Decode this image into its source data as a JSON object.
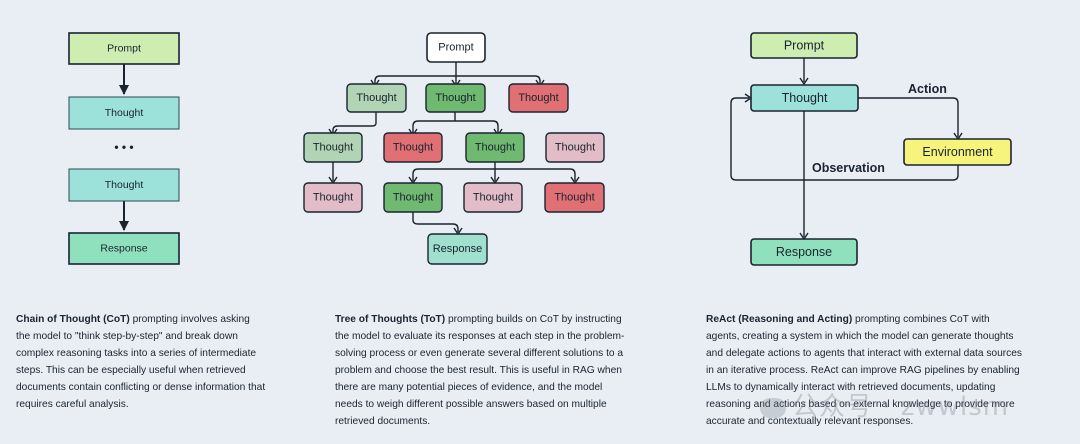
{
  "colors": {
    "prompt": "#cdeeb0",
    "thought": "#9de1db",
    "response": "#8fe0bd",
    "environment": "#f6f47a",
    "tot_prompt": "#ffffff",
    "tot_light_green": "#b1d5b4",
    "tot_dark_green": "#6fb971",
    "tot_red": "#e07074",
    "tot_pink": "#e2bcc6",
    "tot_response": "#a0e0cf",
    "stroke": "#1a2330"
  },
  "cot": {
    "prompt": "Prompt",
    "thought1": "Thought",
    "ellipsis": "• • •",
    "thought2": "Thought",
    "response": "Response",
    "caption_bold": "Chain of Thought (CoT)",
    "caption_text": " prompting involves asking the model to \"think step-by-step\" and break down complex reasoning tasks into a series of intermediate steps. This can be especially useful when retrieved documents contain conflicting or dense information that requires careful analysis."
  },
  "tot": {
    "prompt": "Prompt",
    "thought": "Thought",
    "response": "Response",
    "caption_bold": "Tree of Thoughts (ToT)",
    "caption_text": " prompting builds on CoT by instructing the model to evaluate its responses at each step in the problem-solving process or even generate several different solutions to a problem and choose the best result. This is useful in RAG when there are many potential pieces of evidence, and the model needs to weigh different possible answers based on multiple retrieved documents."
  },
  "react": {
    "prompt": "Prompt",
    "thought": "Thought",
    "environment": "Environment",
    "response": "Response",
    "action": "Action",
    "observation": "Observation",
    "caption_bold": "ReAct (Reasoning and Acting)",
    "caption_text": " prompting combines CoT with agents, creating a system in which the model can generate thoughts and delegate actions to agents that interact with external data sources in an iterative process. ReAct can improve RAG pipelines by enabling LLMs to dynamically interact with retrieved documents, updating reasoning and actions based on external knowledge to provide more accurate and contextually relevant responses."
  },
  "watermark": "公众号 · zwwlsm"
}
